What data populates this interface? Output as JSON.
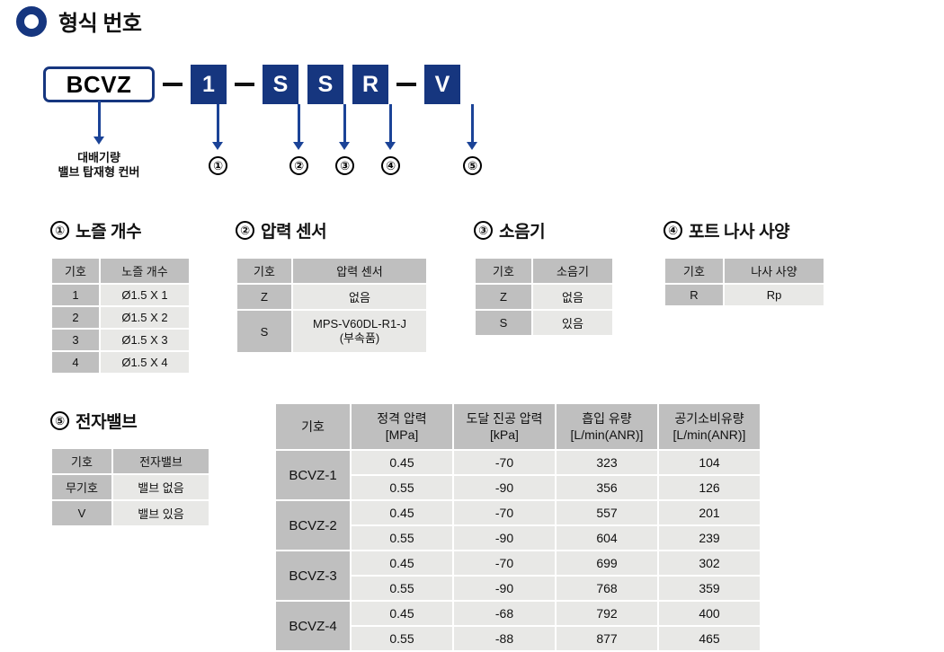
{
  "header": {
    "icon": "ring-icon",
    "title": "형식 번호"
  },
  "model_code": {
    "base": "BCVZ",
    "base_caption": "대배기량\n밸브 탑재형 컨버",
    "segments": [
      {
        "value": "1",
        "marker": "①"
      },
      {
        "value": "S",
        "marker": "②"
      },
      {
        "value": "S",
        "marker": "③"
      },
      {
        "value": "R",
        "marker": "④"
      },
      {
        "value": "V",
        "marker": "⑤"
      }
    ],
    "separator": "—"
  },
  "options": [
    {
      "marker": "①",
      "title": "노즐 개수",
      "headers": [
        "기호",
        "노즐 개수"
      ],
      "rows": [
        [
          "1",
          "Ø1.5 X 1"
        ],
        [
          "2",
          "Ø1.5 X 2"
        ],
        [
          "3",
          "Ø1.5 X 3"
        ],
        [
          "4",
          "Ø1.5 X 4"
        ]
      ]
    },
    {
      "marker": "②",
      "title": "압력 센서",
      "headers": [
        "기호",
        "압력 센서"
      ],
      "rows": [
        [
          "Z",
          "없음"
        ],
        [
          "S",
          "MPS-V60DL-R1-J\n(부속품)"
        ]
      ]
    },
    {
      "marker": "③",
      "title": "소음기",
      "headers": [
        "기호",
        "소음기"
      ],
      "rows": [
        [
          "Z",
          "없음"
        ],
        [
          "S",
          "있음"
        ]
      ]
    },
    {
      "marker": "④",
      "title": "포트 나사 사양",
      "headers": [
        "기호",
        "나사 사양"
      ],
      "rows": [
        [
          "R",
          "Rp"
        ]
      ]
    },
    {
      "marker": "⑤",
      "title": "전자밸브",
      "headers": [
        "기호",
        "전자밸브"
      ],
      "rows": [
        [
          "무기호",
          "밸브 없음"
        ],
        [
          "V",
          "밸브 있음"
        ]
      ]
    }
  ],
  "spec_table": {
    "headers": [
      "기호",
      "정격 압력\n[MPa]",
      "도달 진공 압력\n[kPa]",
      "흡입 유량\n[L/min(ANR)]",
      "공기소비유량\n[L/min(ANR)]"
    ],
    "groups": [
      {
        "symbol": "BCVZ-1",
        "rows": [
          [
            "0.45",
            "-70",
            "323",
            "104"
          ],
          [
            "0.55",
            "-90",
            "356",
            "126"
          ]
        ]
      },
      {
        "symbol": "BCVZ-2",
        "rows": [
          [
            "0.45",
            "-70",
            "557",
            "201"
          ],
          [
            "0.55",
            "-90",
            "604",
            "239"
          ]
        ]
      },
      {
        "symbol": "BCVZ-3",
        "rows": [
          [
            "0.45",
            "-70",
            "699",
            "302"
          ],
          [
            "0.55",
            "-90",
            "768",
            "359"
          ]
        ]
      },
      {
        "symbol": "BCVZ-4",
        "rows": [
          [
            "0.45",
            "-68",
            "792",
            "400"
          ],
          [
            "0.55",
            "-88",
            "877",
            "465"
          ]
        ]
      }
    ]
  },
  "colors": {
    "navy": "#16367f",
    "arrow": "#1b4397",
    "header_gray": "#bfbfbf",
    "cell_gray": "#e8e8e6"
  }
}
